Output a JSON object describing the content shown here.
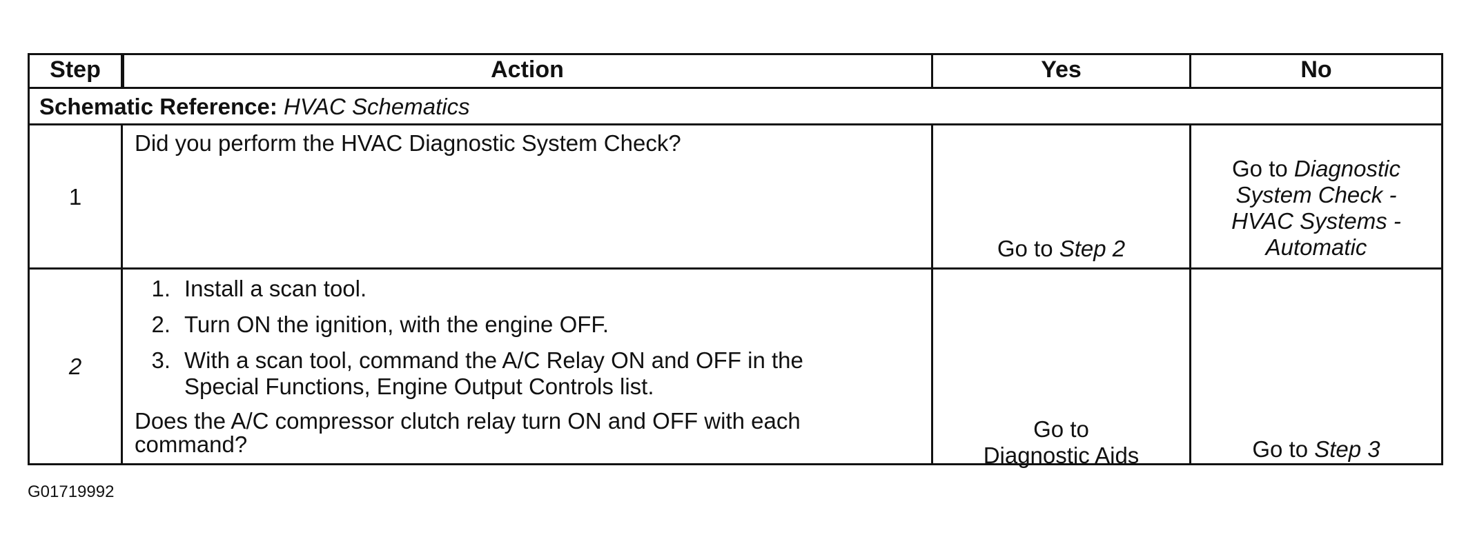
{
  "table": {
    "headers": {
      "step": "Step",
      "action": "Action",
      "yes": "Yes",
      "no": "No"
    },
    "schematic": {
      "label": "Schematic Reference:",
      "value": "HVAC Schematics"
    },
    "rows": [
      {
        "step": "1",
        "action": "Did you perform the HVAC Diagnostic System Check?",
        "yes_prefix": "Go to",
        "yes_link": "Step 2",
        "no_prefix": "Go to",
        "no_link_line1": "Diagnostic",
        "no_link_line2": "System Check -",
        "no_link_line3": "HVAC Systems -",
        "no_link_line4": "Automatic"
      },
      {
        "step": "2",
        "items": [
          {
            "n": "1.",
            "text": "Install a scan tool."
          },
          {
            "n": "2.",
            "text": "Turn ON the ignition, with the engine OFF."
          },
          {
            "n": "3.",
            "text_line1": "With a scan tool, command the A/C Relay ON and OFF in the",
            "text_line2": "Special Functions, Engine Output Controls list."
          }
        ],
        "question_line1": "Does the A/C compressor clutch relay turn ON and OFF with each",
        "question_line2": "command?",
        "yes_line1": "Go to",
        "yes_line2": "Diagnostic Aids",
        "no_prefix": "Go to",
        "no_link": "Step 3"
      }
    ]
  },
  "footer": {
    "code": "G01719992"
  }
}
